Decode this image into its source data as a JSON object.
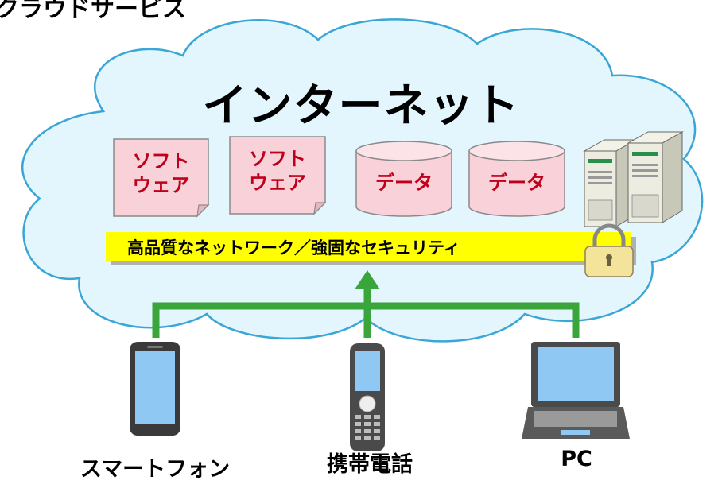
{
  "title": "クラウドサービス",
  "cloud": {
    "label": "インターネット"
  },
  "software": [
    {
      "label": "ソフト\nウェア"
    },
    {
      "label": "ソフト\nウェア"
    }
  ],
  "data_stores": [
    {
      "label": "データ"
    },
    {
      "label": "データ"
    }
  ],
  "band": {
    "label": "高品質なネットワーク／強固なセキュリティ"
  },
  "devices": {
    "smartphone": "スマートフォン",
    "phone": "携帯電話",
    "pc": "PC"
  },
  "colors": {
    "cloud_fill": "#e4f6fd",
    "cloud_stroke": "#3aa6d6",
    "note_fill": "#f9d2d9",
    "band_fill": "#ffff00",
    "connector": "#3aa53a",
    "accent_text": "#c0001a"
  }
}
